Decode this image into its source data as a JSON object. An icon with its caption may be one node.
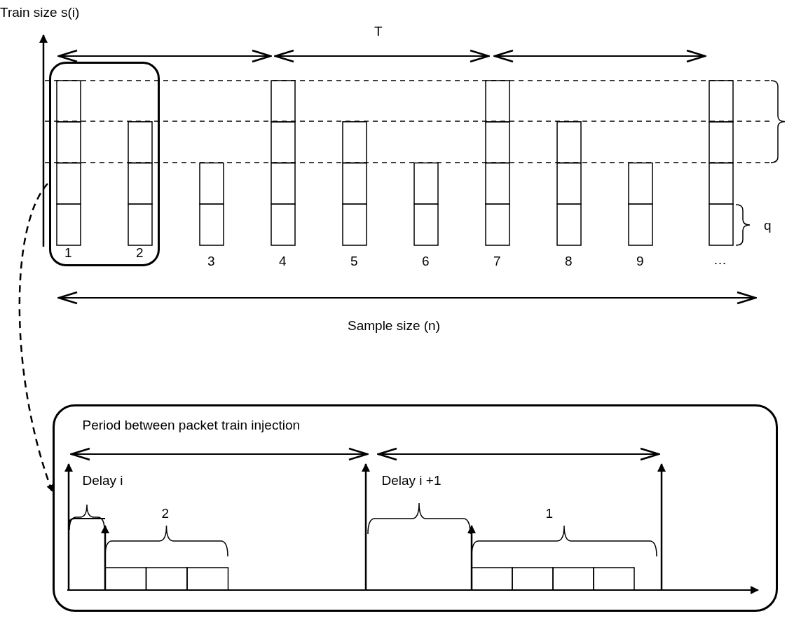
{
  "diagram": {
    "nodes": [
      {
        "text": [
          "1",
          "2"
        ]
      },
      {
        "text": [
          "Period between packet train injection",
          "Delay i",
          "Delay i +1",
          "2",
          "1"
        ]
      }
    ],
    "edges": [
      {
        "from": 0,
        "to": 1,
        "arrow": "to",
        "style": "dashed"
      }
    ],
    "labels": [
      "Train size s(i)",
      "T",
      "3",
      "4",
      "5",
      "6",
      "7",
      "8",
      "9",
      "…",
      "q",
      "Sample size (n)"
    ]
  }
}
